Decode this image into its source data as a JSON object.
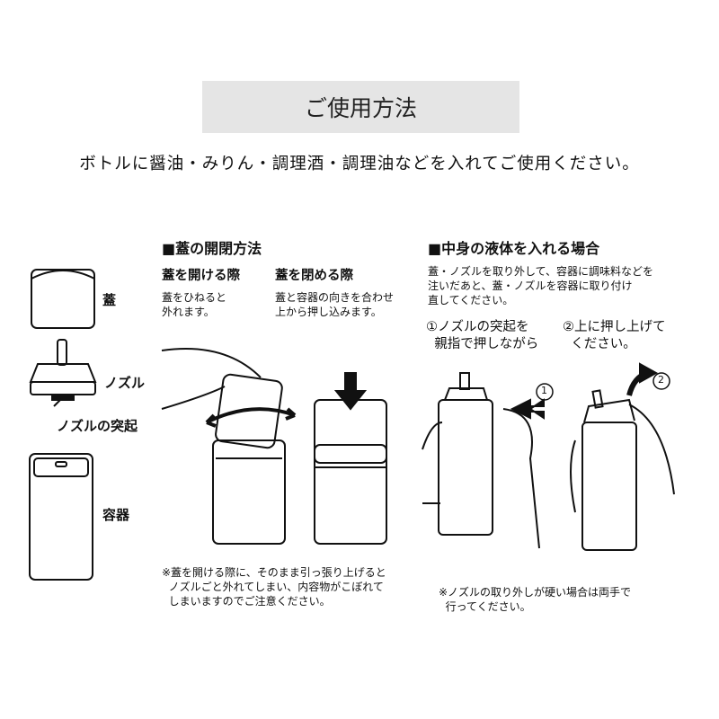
{
  "title": "ご使用方法",
  "intro": "ボトルに醤油・みりん・調理酒・調理油などを入れてご使用ください。",
  "parts": {
    "lid": "蓋",
    "nozzle": "ノズル",
    "nozzle_tab": "ノズルの突起",
    "container": "容器"
  },
  "lid_section": {
    "heading": "■蓋の開閉方法",
    "open": {
      "heading": "蓋を開ける際",
      "line1": "蓋をひねると",
      "line2": "外れます。"
    },
    "close": {
      "heading": "蓋を閉める際",
      "line1": "蓋と容器の向きを合わせ",
      "line2": "上から押し込みます。"
    },
    "note1": "※蓋を開ける際に、そのまま引っ張り上げると",
    "note2": "ノズルごと外れてしまい、内容物がこぼれて",
    "note3": "しまいますのでご注意ください。"
  },
  "fill_section": {
    "heading": "■中身の液体を入れる場合",
    "desc1": "蓋・ノズルを取り外して、容器に調味料などを",
    "desc2": "注いだあと、蓋・ノズルを容器に取り付け",
    "desc3": "直してください。",
    "step1_line1": "①ノズルの突起を",
    "step1_line2": "親指で押しながら",
    "step2_line1": "②上に押し上げて",
    "step2_line2": "ください。",
    "badge1": "1",
    "badge2": "2",
    "note1": "※ノズルの取り外しが硬い場合は両手で",
    "note2": "行ってください。"
  }
}
